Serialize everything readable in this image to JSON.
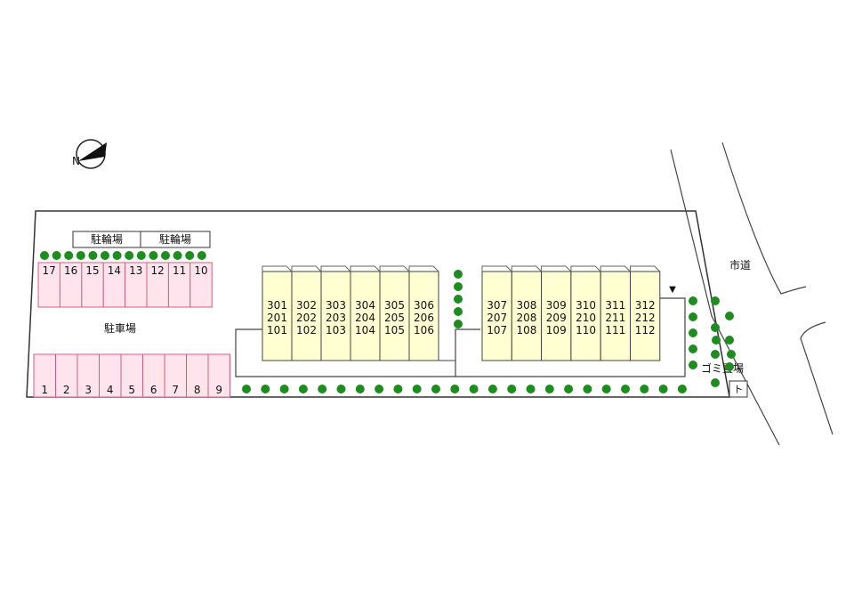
{
  "colors": {
    "building_fill": "#ffffd2",
    "parking_fill": "#ffe4ee",
    "parking_stroke": "#d0607a",
    "tree": "#1e8c1e",
    "line": "#333333"
  },
  "labels": {
    "bike_parking_1": "駐輪場",
    "bike_parking_2": "駐輪場",
    "car_parking": "駐車場",
    "city_road": "市道",
    "garbage": "ゴミ置場",
    "compass": "N"
  },
  "parking_top": [
    "17",
    "16",
    "15",
    "14",
    "13",
    "12",
    "11",
    "10"
  ],
  "parking_bottom": [
    "1",
    "2",
    "3",
    "4",
    "5",
    "6",
    "7",
    "8",
    "9"
  ],
  "building_a": [
    [
      "301",
      "201",
      "101"
    ],
    [
      "302",
      "202",
      "102"
    ],
    [
      "303",
      "203",
      "103"
    ],
    [
      "304",
      "204",
      "104"
    ],
    [
      "305",
      "205",
      "105"
    ],
    [
      "306",
      "206",
      "106"
    ]
  ],
  "building_b": [
    [
      "307",
      "207",
      "107"
    ],
    [
      "308",
      "208",
      "108"
    ],
    [
      "309",
      "209",
      "109"
    ],
    [
      "310",
      "210",
      "110"
    ],
    [
      "311",
      "211",
      "111"
    ],
    [
      "312",
      "212",
      "112"
    ]
  ],
  "entrance_marker": "▼",
  "garbage_symbol": "ト"
}
